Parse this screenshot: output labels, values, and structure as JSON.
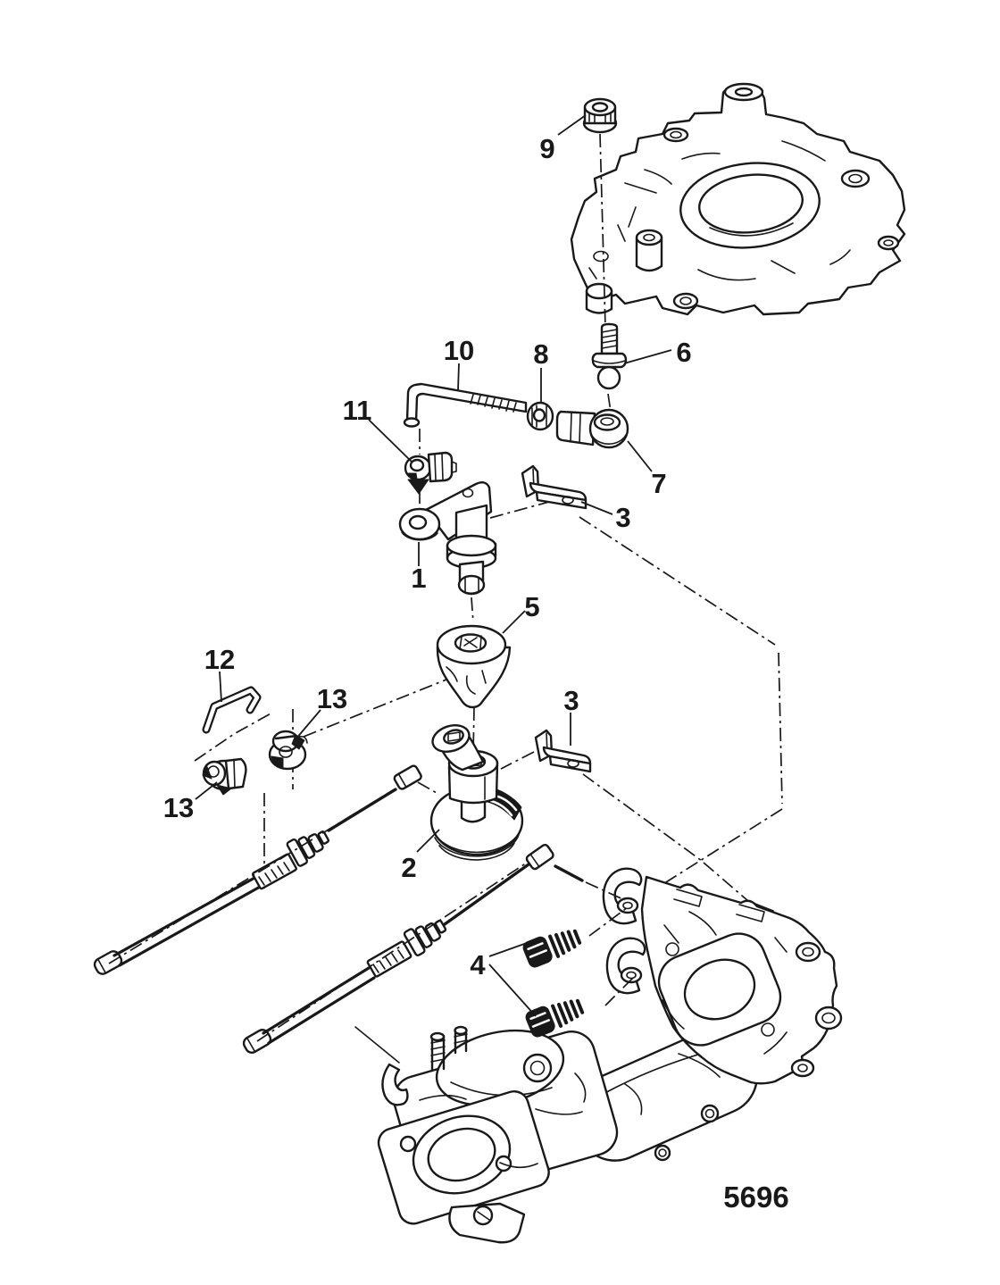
{
  "figure": {
    "number": "5696"
  },
  "callouts": {
    "c1": "1",
    "c2": "2",
    "c3": "3",
    "c4": "4",
    "c5": "5",
    "c6": "6",
    "c7": "7",
    "c8": "8",
    "c9": "9",
    "c10": "10",
    "c11": "11",
    "c12": "12",
    "c13": "13"
  },
  "colors": {
    "ink": "#191919",
    "background": "#ffffff"
  }
}
